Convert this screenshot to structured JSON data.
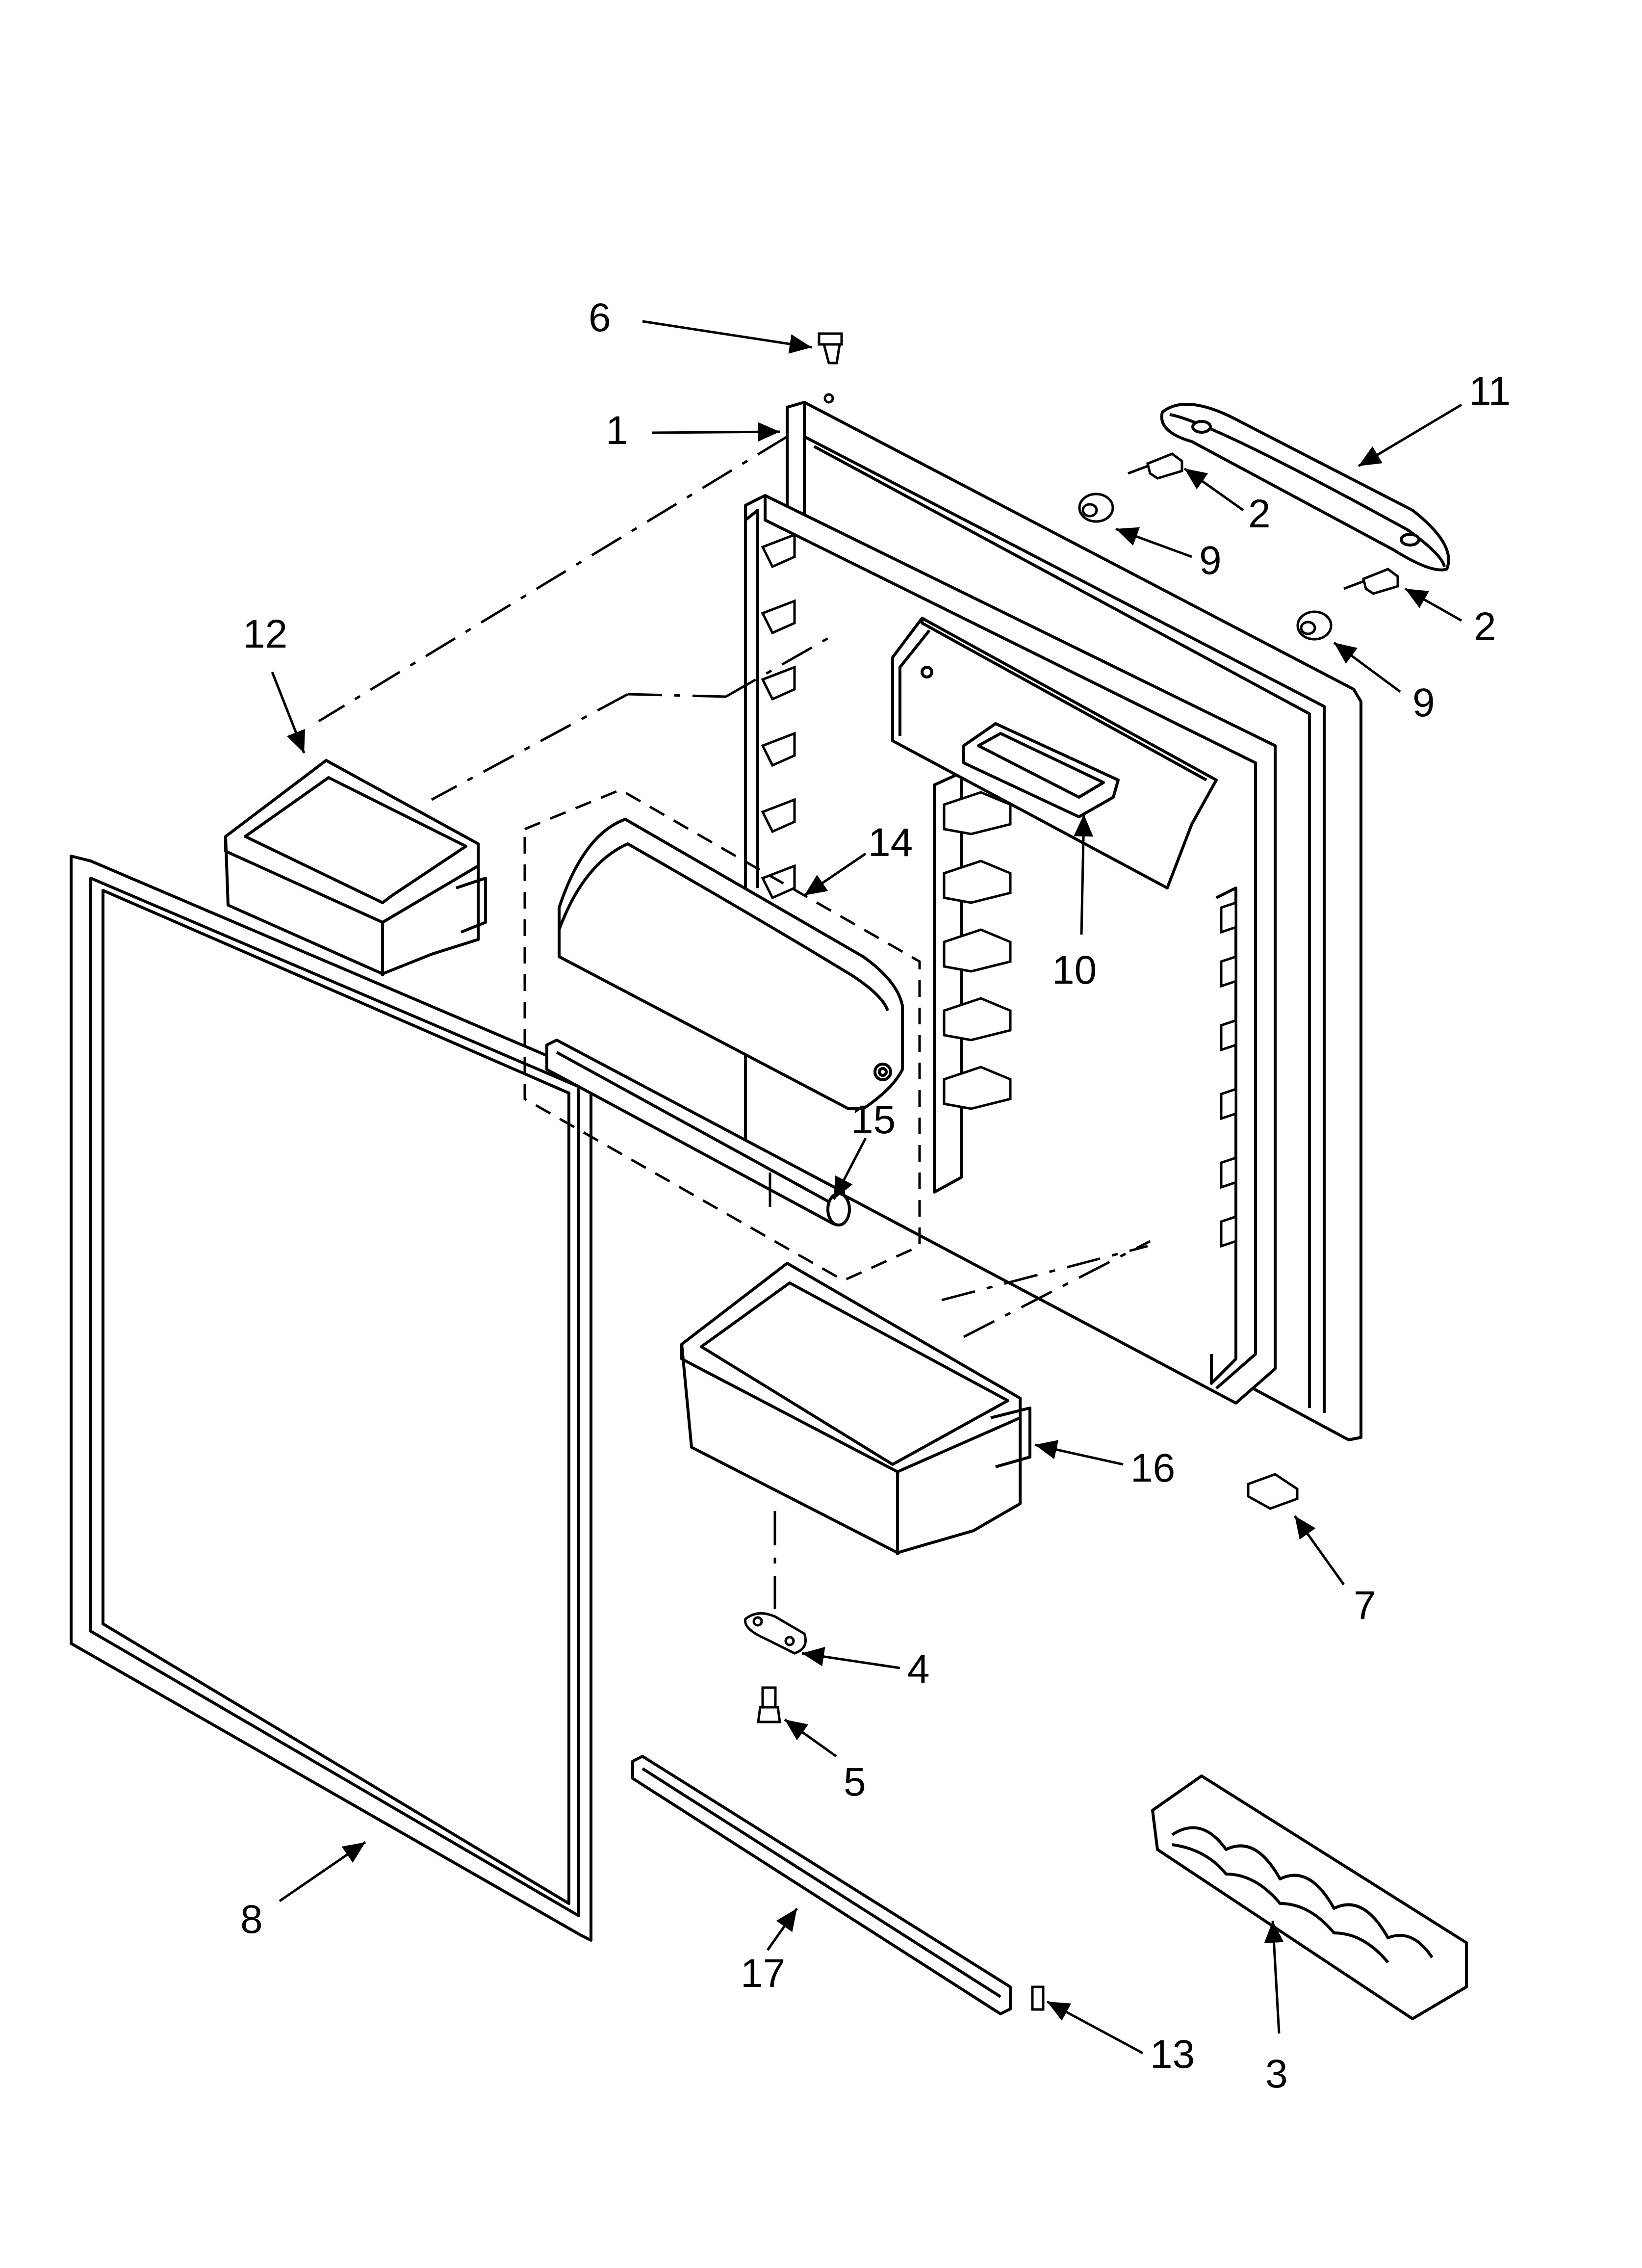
{
  "diagram": {
    "line_color": "#000000",
    "background_color": "#ffffff",
    "callouts": [
      {
        "id": "6",
        "label": "6"
      },
      {
        "id": "1",
        "label": "1"
      },
      {
        "id": "11",
        "label": "11"
      },
      {
        "id": "2a",
        "label": "2"
      },
      {
        "id": "9a",
        "label": "9"
      },
      {
        "id": "2b",
        "label": "2"
      },
      {
        "id": "9b",
        "label": "9"
      },
      {
        "id": "12",
        "label": "12"
      },
      {
        "id": "14",
        "label": "14"
      },
      {
        "id": "10",
        "label": "10"
      },
      {
        "id": "15",
        "label": "15"
      },
      {
        "id": "16",
        "label": "16"
      },
      {
        "id": "7",
        "label": "7"
      },
      {
        "id": "4",
        "label": "4"
      },
      {
        "id": "5",
        "label": "5"
      },
      {
        "id": "8",
        "label": "8"
      },
      {
        "id": "17",
        "label": "17"
      },
      {
        "id": "13",
        "label": "13"
      },
      {
        "id": "3",
        "label": "3"
      }
    ]
  }
}
